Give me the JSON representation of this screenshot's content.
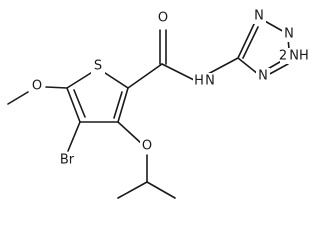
{
  "molecule": {
    "atoms": {
      "s1": "S",
      "o_carbonyl": "O",
      "n_amide": "N",
      "h_amide": "H",
      "o_methoxy": "O",
      "br": "Br",
      "o_ether": "O",
      "tz_n_top": "N",
      "tz_n_right": "N",
      "tz_nh": "NH",
      "tz_n_bottom": "N"
    },
    "notation": {
      "tz_nh_prefix": "2"
    }
  }
}
